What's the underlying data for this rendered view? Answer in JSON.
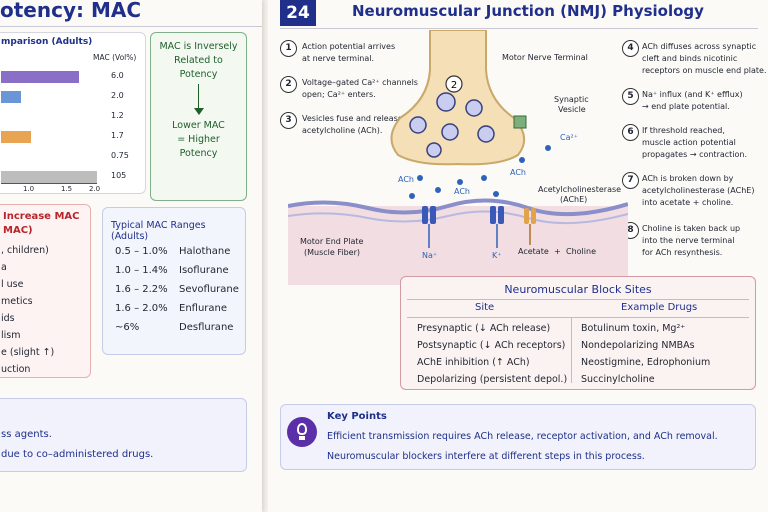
{
  "left": {
    "title": "otency: MAC",
    "table_header": "mparison (Adults)",
    "col_header": "MAC (Vol%)",
    "mac_values": [
      "6.0",
      "2.0",
      "1.2",
      "1.7",
      "0.75",
      "105"
    ],
    "bar_colors": [
      "#8a6fc8",
      "#6a95d6",
      "#ffffff",
      "#e8a453",
      "#ffffff",
      "#bdbdbd"
    ],
    "axis_ticks": [
      "1.0",
      "1.5",
      "2.0"
    ],
    "inverse_box": {
      "line1": "MAC is Inversely",
      "line2": "Related to",
      "line3": "Potency",
      "line4": "Lower MAC",
      "line5": "= Higher",
      "line6": "Potency"
    },
    "increase_box": {
      "title1": "Increase MAC",
      "title2": "MAC)",
      "items": [
        ", children)",
        "a",
        "l use",
        "metics",
        "ids",
        "lism",
        "e (slight ↑)",
        "uction"
      ]
    },
    "ranges_box": {
      "title": "Typical MAC Ranges (Adults)",
      "rows": [
        {
          "range": "0.5 – 1.0%",
          "agent": "Halothane"
        },
        {
          "range": "1.0 – 1.4%",
          "agent": "Isoflurane"
        },
        {
          "range": "1.6 – 2.2%",
          "agent": "Sevoflurane"
        },
        {
          "range": "1.6 – 2.0%",
          "agent": "Enflurane"
        },
        {
          "range": "~6%",
          "agent": "Desflurane"
        }
      ]
    },
    "bottom_box": {
      "line1": "ss agents.",
      "line2": "due to co–administered drugs."
    }
  },
  "right": {
    "page_number": "24",
    "title": "Neuromuscular Junction (NMJ) Physiology",
    "steps_left": [
      {
        "num": "1",
        "line1": "Action potential arrives",
        "line2": "at nerve terminal."
      },
      {
        "num": "2",
        "line1": "Voltage–gated Ca²⁺ channels",
        "line2": "open; Ca²⁺ enters."
      },
      {
        "num": "3",
        "line1": "Vesicles fuse and release",
        "line2": "acetylcholine (ACh)."
      }
    ],
    "steps_right": [
      {
        "num": "4",
        "line1": "ACh diffuses across synaptic",
        "line2": "cleft and binds nicotinic",
        "line3": "receptors on muscle end plate."
      },
      {
        "num": "5",
        "line1": "Na⁺ influx (and K⁺ efflux)",
        "line2": "→ end plate potential.",
        "line3": ""
      },
      {
        "num": "6",
        "line1": "If threshold reached,",
        "line2": "muscle action potential",
        "line3": "propagates → contraction."
      },
      {
        "num": "7",
        "line1": "ACh is broken down by",
        "line2": "acetylcholinesterase (AChE)",
        "line3": "into acetate + choline."
      },
      {
        "num": "8",
        "line1": "Choline is taken back up",
        "line2": "into the nerve terminal",
        "line3": "for ACh resynthesis."
      }
    ],
    "diagram_labels": {
      "motor_nerve": "Motor Nerve Terminal",
      "synaptic_vesicle1": "Synaptic",
      "synaptic_vesicle2": "Vesicle",
      "ca": "Ca²⁺",
      "ach1": "ACh",
      "ach2": "ACh",
      "ach3": "ACh",
      "ache1": "Acetylcholinesterase",
      "ache2": "(AChE)",
      "end_plate1": "Motor End Plate",
      "end_plate2": "(Muscle Fiber)",
      "na": "Na⁺",
      "k": "K⁺",
      "acetate": "Acetate",
      "plus": "+",
      "choline": "Choline",
      "circle2": "2"
    },
    "block_sites": {
      "title": "Neuromuscular Block Sites",
      "col_site": "Site",
      "col_drugs": "Example Drugs",
      "rows": [
        {
          "site": "Presynaptic (↓ ACh release)",
          "drugs": "Botulinum toxin, Mg²⁺"
        },
        {
          "site": "Postsynaptic (↓ ACh receptors)",
          "drugs": "Nondepolarizing NMBAs"
        },
        {
          "site": "AChE inhibition (↑ ACh)",
          "drugs": "Neostigmine, Edrophonium"
        },
        {
          "site": "Depolarizing (persistent depol.)",
          "drugs": "Succinylcholine"
        }
      ]
    },
    "key_points": {
      "title": "Key Points",
      "line1": "Efficient transmission requires ACh release, receptor activation, and ACh removal.",
      "line2": "Neuromuscular blockers interfere at different steps in this process."
    }
  }
}
